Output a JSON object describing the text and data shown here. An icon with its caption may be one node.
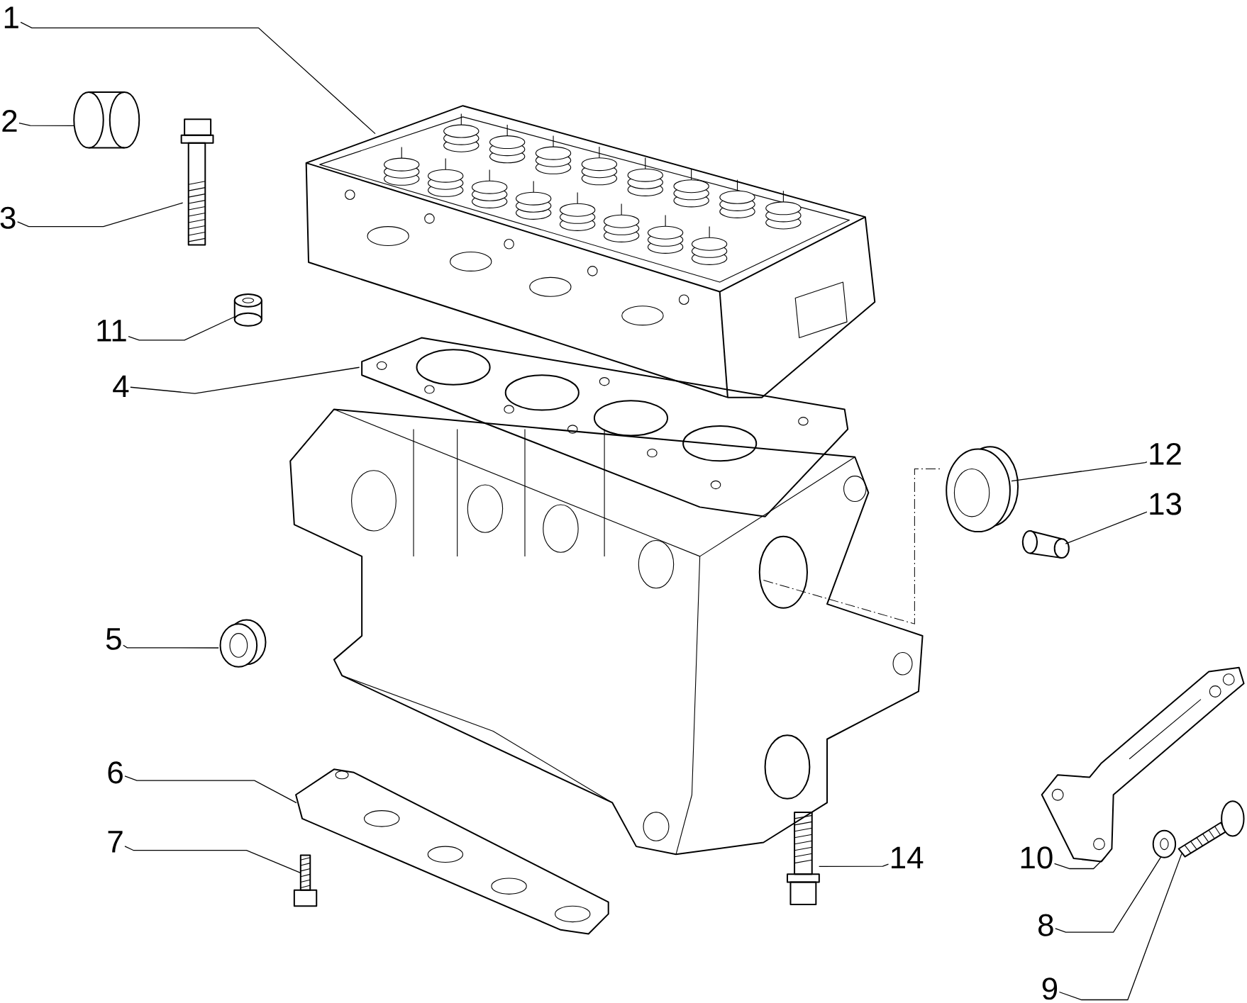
{
  "diagram": {
    "nodes": [
      {
        "text": [
          "1"
        ]
      },
      {
        "text": [
          "2"
        ]
      },
      {
        "text": [
          "3"
        ]
      },
      {
        "text": [
          "4"
        ]
      },
      {
        "text": [
          "5"
        ]
      },
      {
        "text": [
          "6"
        ]
      },
      {
        "text": [
          "7"
        ]
      },
      {
        "text": [
          "8"
        ]
      },
      {
        "text": [
          "9"
        ]
      },
      {
        "text": [
          "10"
        ]
      },
      {
        "text": [
          "11"
        ]
      },
      {
        "text": [
          "12"
        ]
      },
      {
        "text": [
          "13"
        ]
      },
      {
        "text": [
          "14"
        ]
      },
      {
        "text": [],
        "shape": "picture"
      },
      {
        "text": [],
        "shape": "cylinder"
      },
      {
        "text": [],
        "shape": "picture"
      },
      {
        "text": [],
        "shape": "picture"
      },
      {
        "text": [],
        "shape": "picture"
      },
      {
        "text": [],
        "shape": "picture"
      },
      {
        "text": [],
        "shape": "picture"
      },
      {
        "text": [],
        "shape": "picture"
      },
      {
        "text": [],
        "shape": "picture"
      },
      {
        "text": [],
        "shape": "picture"
      },
      {
        "text": [],
        "shape": "picture"
      },
      {
        "text": [],
        "shape": "picture"
      },
      {
        "text": [],
        "shape": "picture"
      },
      {
        "text": [],
        "shape": "picture"
      }
    ],
    "edges": [
      {
        "from": 0,
        "to": 14,
        "arrow": "none"
      },
      {
        "from": 1,
        "to": 15,
        "arrow": "none"
      },
      {
        "from": 2,
        "to": 16,
        "arrow": "none"
      },
      {
        "from": 3,
        "to": 17,
        "arrow": "none"
      },
      {
        "from": 4,
        "to": 18,
        "arrow": "none"
      },
      {
        "from": 5,
        "to": 19,
        "arrow": "none"
      },
      {
        "from": 6,
        "to": 20,
        "arrow": "none"
      },
      {
        "from": 7,
        "to": 21,
        "arrow": "none"
      },
      {
        "from": 8,
        "to": 22,
        "arrow": "none"
      },
      {
        "from": 9,
        "to": 23,
        "arrow": "none"
      },
      {
        "from": 10,
        "to": 24,
        "arrow": "none"
      },
      {
        "from": 11,
        "to": 25,
        "arrow": "none"
      },
      {
        "from": 12,
        "to": 26,
        "arrow": "none"
      },
      {
        "from": 13,
        "to": 27,
        "arrow": "none"
      }
    ]
  }
}
